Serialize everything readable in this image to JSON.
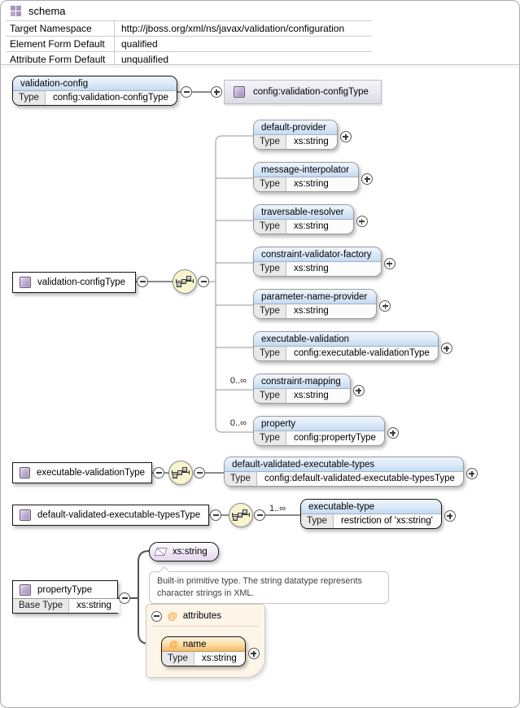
{
  "header": {
    "title": "schema",
    "rows": [
      {
        "label": "Target Namespace",
        "value": "http://jboss.org/xml/ns/javax/validation/configuration"
      },
      {
        "label": "Element Form Default",
        "value": "qualified"
      },
      {
        "label": "Attribute Form Default",
        "value": "unqualified"
      }
    ]
  },
  "labels": {
    "type": "Type",
    "at": "@"
  },
  "tree": {
    "root": {
      "name": "validation-config",
      "type": "config:validation-configType"
    },
    "root_ref": "config:validation-configType",
    "type_name": "validation-configType",
    "children": [
      {
        "name": "default-provider",
        "type": "xs:string"
      },
      {
        "name": "message-interpolator",
        "type": "xs:string"
      },
      {
        "name": "traversable-resolver",
        "type": "xs:string"
      },
      {
        "name": "constraint-validator-factory",
        "type": "xs:string"
      },
      {
        "name": "parameter-name-provider",
        "type": "xs:string"
      },
      {
        "name": "executable-validation",
        "type": "config:executable-validationType"
      },
      {
        "name": "constraint-mapping",
        "type": "xs:string",
        "occurs": "0..∞"
      },
      {
        "name": "property",
        "type": "config:propertyType",
        "occurs": "0..∞"
      }
    ]
  },
  "executable_validation": {
    "type_name": "executable-validationType",
    "child": {
      "name": "default-validated-executable-types",
      "type": "config:default-validated-executable-typesType"
    }
  },
  "default_validated": {
    "type_name": "default-validated-executable-typesType",
    "occurs": "1..∞",
    "child": {
      "name": "executable-type",
      "type": "restriction of 'xs:string'"
    }
  },
  "property_type": {
    "type_name": "propertyType",
    "base_label": "Base Type",
    "base_type": "xs:string",
    "simple_type": "xs:string",
    "note1": "Built-in primitive type. The string datatype represents",
    "note2": "character strings in XML.",
    "attributes_label": "attributes",
    "attribute": {
      "name": "name",
      "type": "xs:string"
    }
  },
  "colors": {
    "element_header_blue": "#c3daf1",
    "sequence_yellow": "#f8f4cf",
    "type_icon_purple": "#9a87b3",
    "attribute_orange": "#f3ba69",
    "attributes_panel_cream": "#fdf5e7"
  }
}
